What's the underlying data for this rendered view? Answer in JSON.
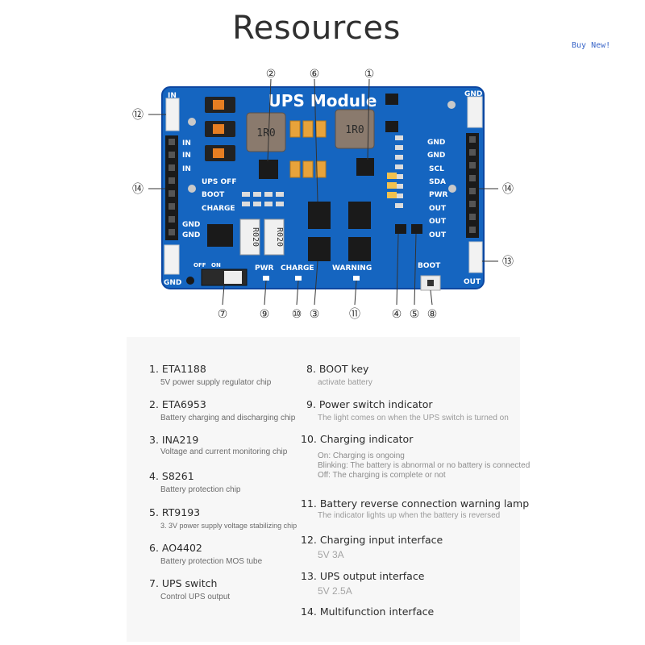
{
  "page": {
    "title": "Resources",
    "buy_link": "Buy  New!"
  },
  "board": {
    "module_label": "UPS Module",
    "left_labels": [
      "IN",
      "IN",
      "IN",
      "UPS OFF",
      "BOOT",
      "CHARGE",
      "GND",
      "GND"
    ],
    "right_labels": [
      "GND",
      "GND",
      "SCL",
      "SDA",
      "PWR",
      "OUT",
      "OUT",
      "OUT"
    ],
    "corner_labels": {
      "in_top": "IN",
      "gnd_top": "GND",
      "gnd_bottom": "GND",
      "out_bottom": "OUT"
    },
    "bottom_labels": {
      "off": "OFF",
      "on": "ON",
      "pwr": "PWR",
      "charge": "CHARGE",
      "warning": "WARNING",
      "boot": "BOOT"
    },
    "inductor_label": "1R0",
    "resistor_label": "R020",
    "callouts": [
      "①",
      "②",
      "③",
      "④",
      "⑤",
      "⑥",
      "⑦",
      "⑧",
      "⑨",
      "⑩",
      "⑪",
      "⑫",
      "⑬",
      "⑭"
    ],
    "colors": {
      "pcb": "#1565c0",
      "pcb_dark": "#0d47a1",
      "silk": "#ffffff",
      "callout": "#333333"
    }
  },
  "resources": {
    "items": [
      {
        "title": "1. ETA1188",
        "desc": [
          "5V power supply regulator chip"
        ]
      },
      {
        "title": "2. ETA6953",
        "desc": [
          "Battery charging and discharging chip"
        ]
      },
      {
        "title": "3. INA219",
        "desc": [
          "Voltage and current monitoring chip"
        ]
      },
      {
        "title": "4. S8261",
        "desc": [
          "Battery protection chip"
        ]
      },
      {
        "title": "5. RT9193",
        "desc": [
          "3. 3V power supply voltage stabilizing chip"
        ]
      },
      {
        "title": "6. AO4402",
        "desc": [
          "Battery protection MOS tube"
        ]
      },
      {
        "title": "7. UPS switch",
        "desc": [
          "Control UPS output"
        ]
      },
      {
        "title": "8. BOOT key",
        "desc": [
          "activate battery"
        ]
      },
      {
        "title": "9. Power switch indicator",
        "desc": [
          "The light comes on when the UPS switch is turned on"
        ]
      },
      {
        "title": "10. Charging indicator",
        "desc": [
          "On: Charging is ongoing",
          "Blinking: The battery is abnormal or no battery is connected",
          "Off: The charging is complete or not"
        ]
      },
      {
        "title": "11. Battery reverse connection warning lamp",
        "desc": [
          "The indicator lights up when the battery is reversed"
        ]
      },
      {
        "title": "12. Charging input interface",
        "desc": [
          "5V 3A"
        ]
      },
      {
        "title": "13. UPS output interface",
        "desc": [
          "5V 2.5A"
        ]
      },
      {
        "title": "14. Multifunction interface",
        "desc": []
      }
    ]
  }
}
